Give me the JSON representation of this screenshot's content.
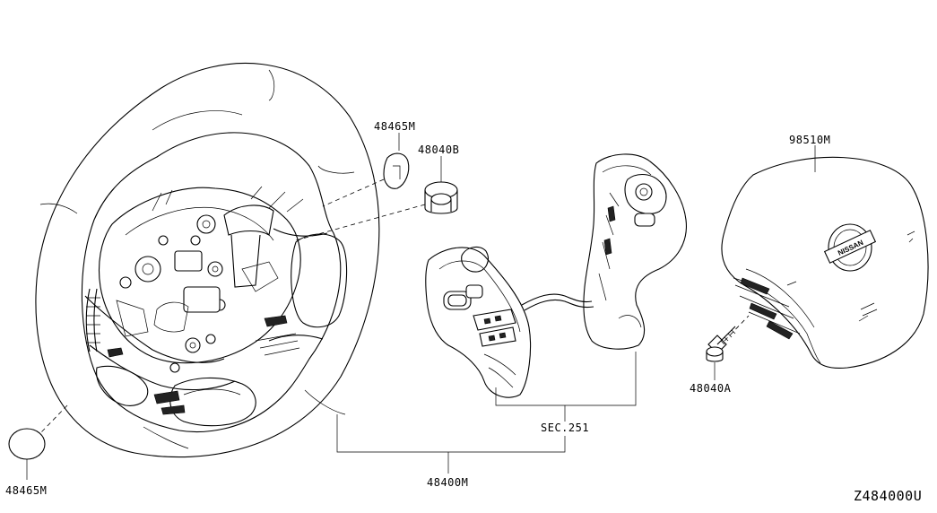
{
  "diagram": {
    "labels": {
      "cap_top": "48465M",
      "bushing": "48040B",
      "airbag": "98510M",
      "bolt": "48040A",
      "section_ref": "SEC.251",
      "wheel": "48400M",
      "cap_bottom": "48465M",
      "drawing_id": "Z484000U"
    },
    "logo_text": "NISSAN"
  }
}
